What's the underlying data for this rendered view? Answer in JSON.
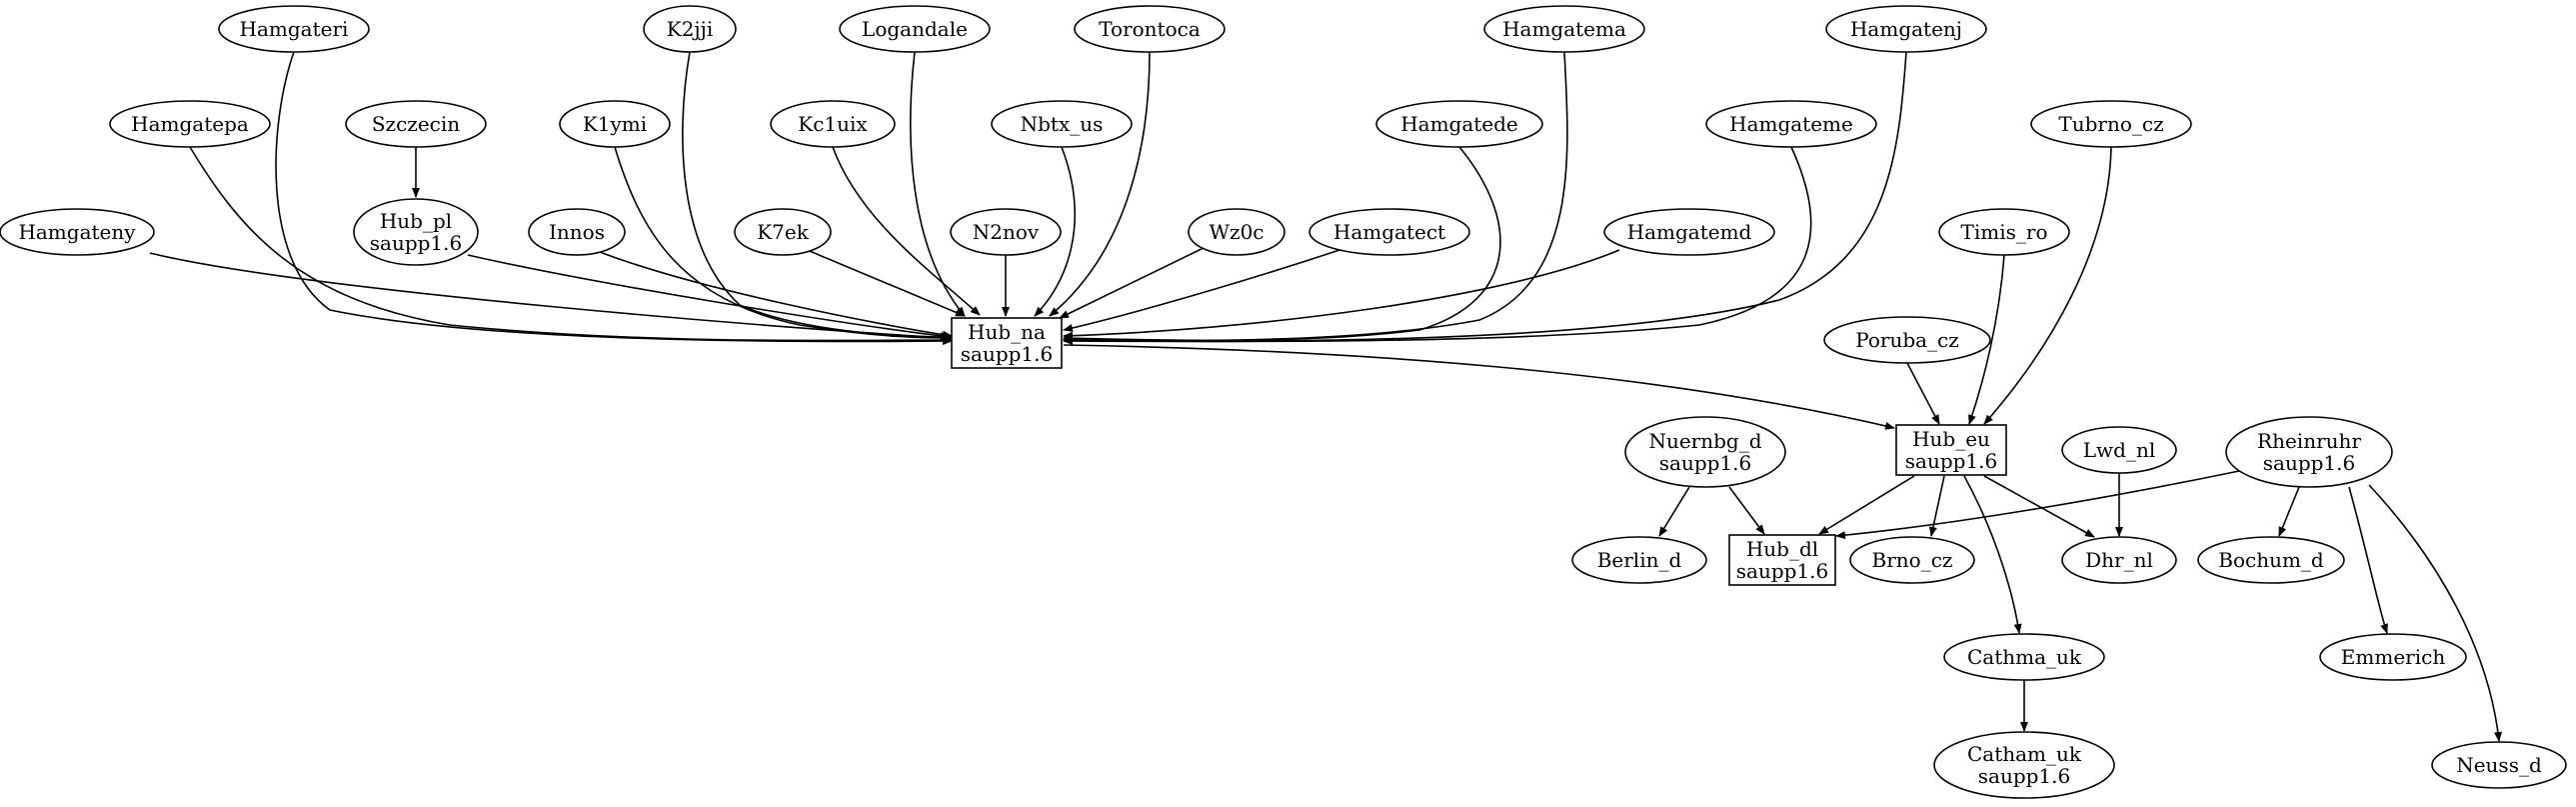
{
  "diagram": {
    "nodes": [
      {
        "id": "hamgateri",
        "label": "Hamgateri",
        "shape": "ellipse"
      },
      {
        "id": "k2jji",
        "label": "K2jji",
        "shape": "ellipse"
      },
      {
        "id": "logandale",
        "label": "Logandale",
        "shape": "ellipse"
      },
      {
        "id": "torontoca",
        "label": "Torontoca",
        "shape": "ellipse"
      },
      {
        "id": "hamgatema",
        "label": "Hamgatema",
        "shape": "ellipse"
      },
      {
        "id": "hamgatenj",
        "label": "Hamgatenj",
        "shape": "ellipse"
      },
      {
        "id": "hamgatepa",
        "label": "Hamgatepa",
        "shape": "ellipse"
      },
      {
        "id": "szczecin",
        "label": "Szczecin",
        "shape": "ellipse"
      },
      {
        "id": "k1ymi",
        "label": "K1ymi",
        "shape": "ellipse"
      },
      {
        "id": "kc1uix",
        "label": "Kc1uix",
        "shape": "ellipse"
      },
      {
        "id": "nbtx_us",
        "label": "Nbtx_us",
        "shape": "ellipse"
      },
      {
        "id": "hamgatede",
        "label": "Hamgatede",
        "shape": "ellipse"
      },
      {
        "id": "hamgateme",
        "label": "Hamgateme",
        "shape": "ellipse"
      },
      {
        "id": "tubrno_cz",
        "label": "Tubrno_cz",
        "shape": "ellipse"
      },
      {
        "id": "hamgateny",
        "label": "Hamgateny",
        "shape": "ellipse"
      },
      {
        "id": "hub_pl",
        "label": "Hub_pl",
        "sublabel": "saupp1.6",
        "shape": "ellipse"
      },
      {
        "id": "innos",
        "label": "Innos",
        "shape": "ellipse"
      },
      {
        "id": "k7ek",
        "label": "K7ek",
        "shape": "ellipse"
      },
      {
        "id": "n2nov",
        "label": "N2nov",
        "shape": "ellipse"
      },
      {
        "id": "wz0c",
        "label": "Wz0c",
        "shape": "ellipse"
      },
      {
        "id": "hamgatect",
        "label": "Hamgatect",
        "shape": "ellipse"
      },
      {
        "id": "hamgatemd",
        "label": "Hamgatemd",
        "shape": "ellipse"
      },
      {
        "id": "timis_ro",
        "label": "Timis_ro",
        "shape": "ellipse"
      },
      {
        "id": "hub_na",
        "label": "Hub_na",
        "sublabel": "saupp1.6",
        "shape": "box"
      },
      {
        "id": "poruba_cz",
        "label": "Poruba_cz",
        "shape": "ellipse"
      },
      {
        "id": "hub_eu",
        "label": "Hub_eu",
        "sublabel": "saupp1.6",
        "shape": "box"
      },
      {
        "id": "nuernbg_d",
        "label": "Nuernbg_d",
        "sublabel": "saupp1.6",
        "shape": "ellipse"
      },
      {
        "id": "lwd_nl",
        "label": "Lwd_nl",
        "shape": "ellipse"
      },
      {
        "id": "rheinruhr",
        "label": "Rheinruhr",
        "sublabel": "saupp1.6",
        "shape": "ellipse"
      },
      {
        "id": "berlin_d",
        "label": "Berlin_d",
        "shape": "ellipse"
      },
      {
        "id": "hub_dl",
        "label": "Hub_dl",
        "sublabel": "saupp1.6",
        "shape": "box"
      },
      {
        "id": "brno_cz",
        "label": "Brno_cz",
        "shape": "ellipse"
      },
      {
        "id": "dhr_nl",
        "label": "Dhr_nl",
        "shape": "ellipse"
      },
      {
        "id": "bochum_d",
        "label": "Bochum_d",
        "shape": "ellipse"
      },
      {
        "id": "cathma_uk",
        "label": "Cathma_uk",
        "shape": "ellipse"
      },
      {
        "id": "emmerich",
        "label": "Emmerich",
        "shape": "ellipse"
      },
      {
        "id": "catham_uk",
        "label": "Catham_uk",
        "sublabel": "saupp1.6",
        "shape": "ellipse"
      },
      {
        "id": "neuss_d",
        "label": "Neuss_d",
        "shape": "ellipse"
      }
    ],
    "edges": [
      {
        "from": "hamgateny",
        "to": "hub_na"
      },
      {
        "from": "hamgatepa",
        "to": "hub_na"
      },
      {
        "from": "hamgateri",
        "to": "hub_na"
      },
      {
        "from": "szczecin",
        "to": "hub_pl"
      },
      {
        "from": "hub_pl",
        "to": "hub_na"
      },
      {
        "from": "innos",
        "to": "hub_na"
      },
      {
        "from": "k1ymi",
        "to": "hub_na"
      },
      {
        "from": "k2jji",
        "to": "hub_na"
      },
      {
        "from": "k7ek",
        "to": "hub_na"
      },
      {
        "from": "kc1uix",
        "to": "hub_na"
      },
      {
        "from": "logandale",
        "to": "hub_na"
      },
      {
        "from": "n2nov",
        "to": "hub_na"
      },
      {
        "from": "nbtx_us",
        "to": "hub_na"
      },
      {
        "from": "torontoca",
        "to": "hub_na"
      },
      {
        "from": "wz0c",
        "to": "hub_na"
      },
      {
        "from": "hamgatect",
        "to": "hub_na"
      },
      {
        "from": "hamgatede",
        "to": "hub_na"
      },
      {
        "from": "hamgatema",
        "to": "hub_na"
      },
      {
        "from": "hamgatemd",
        "to": "hub_na"
      },
      {
        "from": "hamgateme",
        "to": "hub_na"
      },
      {
        "from": "hamgatenj",
        "to": "hub_na"
      },
      {
        "from": "hub_na",
        "to": "hub_eu"
      },
      {
        "from": "poruba_cz",
        "to": "hub_eu"
      },
      {
        "from": "timis_ro",
        "to": "hub_eu"
      },
      {
        "from": "tubrno_cz",
        "to": "hub_eu"
      },
      {
        "from": "nuernbg_d",
        "to": "berlin_d"
      },
      {
        "from": "nuernbg_d",
        "to": "hub_dl"
      },
      {
        "from": "hub_eu",
        "to": "hub_dl"
      },
      {
        "from": "hub_eu",
        "to": "brno_cz"
      },
      {
        "from": "hub_eu",
        "to": "dhr_nl"
      },
      {
        "from": "hub_eu",
        "to": "cathma_uk"
      },
      {
        "from": "lwd_nl",
        "to": "dhr_nl"
      },
      {
        "from": "rheinruhr",
        "to": "hub_dl"
      },
      {
        "from": "rheinruhr",
        "to": "bochum_d"
      },
      {
        "from": "rheinruhr",
        "to": "emmerich"
      },
      {
        "from": "rheinruhr",
        "to": "neuss_d"
      },
      {
        "from": "cathma_uk",
        "to": "catham_uk"
      }
    ],
    "colors": {
      "stroke": "#000000",
      "fill": "#ffffff",
      "text": "#000000"
    }
  }
}
